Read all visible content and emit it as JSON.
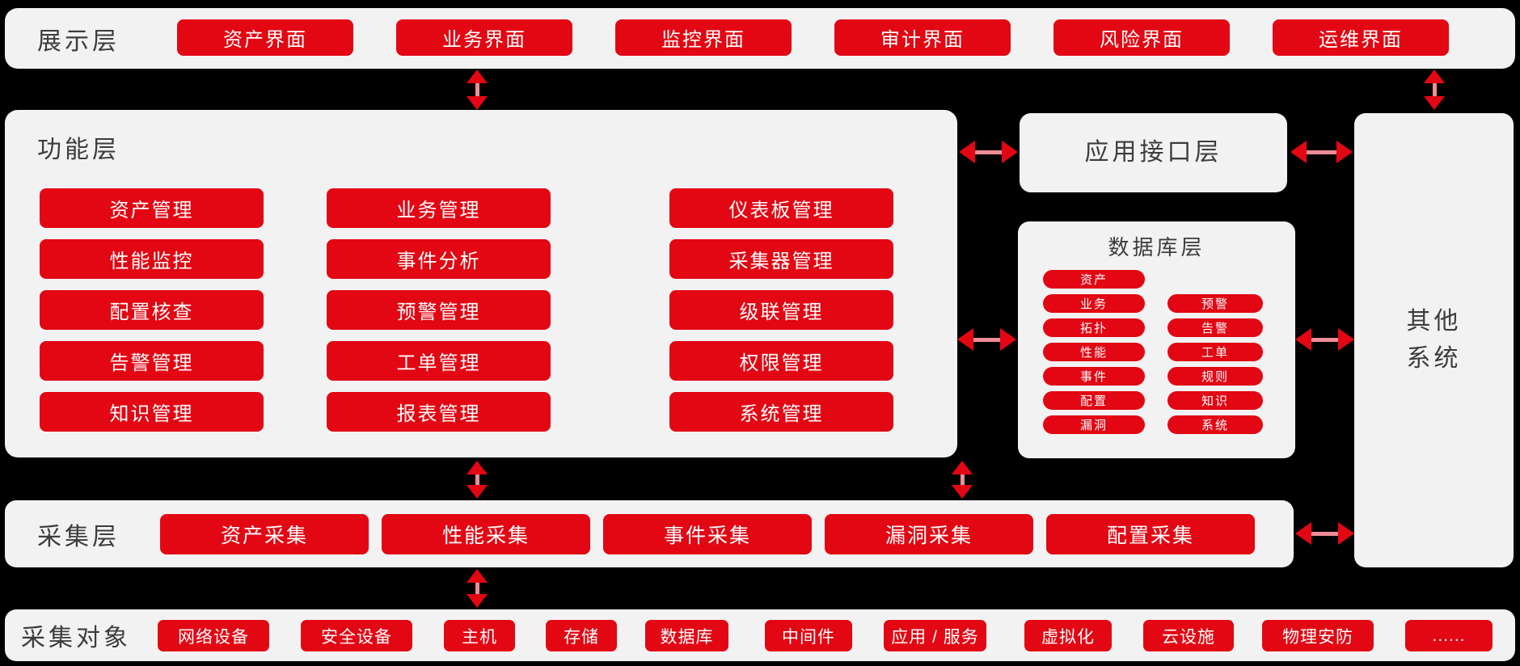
{
  "colors": {
    "accent_red": "#e30613",
    "arrow_line": "#ee8d96",
    "panel_bg": "#f2f2f2",
    "canvas_bg": "#000000",
    "label_text": "#3c3c3c",
    "button_text": "#ffffff"
  },
  "presentation_layer": {
    "label": "展示层",
    "buttons": [
      "资产界面",
      "业务界面",
      "监控界面",
      "审计界面",
      "风险界面",
      "运维界面"
    ]
  },
  "function_layer": {
    "label": "功能层",
    "columns": [
      [
        "资产管理",
        "性能监控",
        "配置核查",
        "告警管理",
        "知识管理"
      ],
      [
        "业务管理",
        "事件分析",
        "预警管理",
        "工单管理",
        "报表管理"
      ],
      [
        "仪表板管理",
        "采集器管理",
        "级联管理",
        "权限管理",
        "系统管理"
      ]
    ]
  },
  "api_layer": {
    "label": "应用接口层"
  },
  "database_layer": {
    "label": "数据库层",
    "left_pills": [
      "资产",
      "业务",
      "拓扑",
      "性能",
      "事件",
      "配置",
      "漏洞"
    ],
    "right_pills": [
      "预警",
      "告警",
      "工单",
      "规则",
      "知识",
      "系统"
    ]
  },
  "other_systems": {
    "lines": [
      "其他",
      "系统"
    ]
  },
  "collection_layer": {
    "label": "采集层",
    "buttons": [
      "资产采集",
      "性能采集",
      "事件采集",
      "漏洞采集",
      "配置采集"
    ]
  },
  "collection_objects": {
    "label": "采集对象",
    "buttons": [
      "网络设备",
      "安全设备",
      "主机",
      "存储",
      "数据库",
      "中间件",
      "应用 / 服务",
      "虚拟化",
      "云设施",
      "物理安防",
      "......"
    ]
  }
}
